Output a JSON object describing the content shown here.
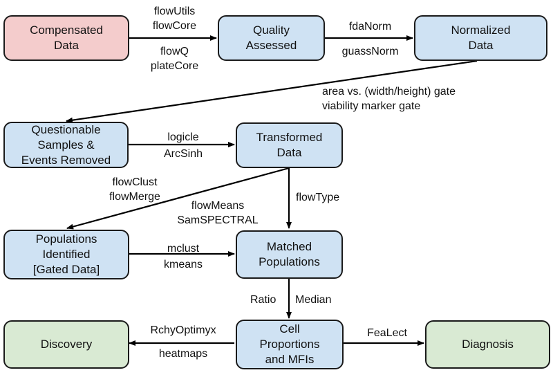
{
  "nodes": {
    "compensated": "Compensated\nData",
    "quality": "Quality\nAssessed",
    "normalized": "Normalized\nData",
    "questionable": "Questionable\nSamples &\nEvents Removed",
    "transformed": "Transformed\nData",
    "populations": "Populations\nIdentified\n[Gated Data]",
    "matched": "Matched\nPopulations",
    "cell": "Cell\nProportions\nand MFIs",
    "discovery": "Discovery",
    "diagnosis": "Diagnosis"
  },
  "edge_labels": {
    "qc_above": "flowUtils\nflowCore",
    "qc_below": "flowQ\nplateCore",
    "norm_above": "fdaNorm",
    "norm_below": "guassNorm",
    "gating": "area vs. (width/height) gate\nviability marker gate",
    "transform_above": "logicle",
    "transform_below": "ArcSinh",
    "clust_1": "flowClust\nflowMerge",
    "clust_2": "flowMeans\nSamSPECTRAL",
    "flowtype": "flowType",
    "match_above": "mclust",
    "match_below": "kmeans",
    "ratio": "Ratio",
    "median": "Median",
    "disc_above": "RchyOptimyx",
    "disc_below": "heatmaps",
    "feature": "FeaLect"
  },
  "colors": {
    "input": "#f4cccc",
    "process": "#cfe2f3",
    "output": "#d9ead3"
  }
}
